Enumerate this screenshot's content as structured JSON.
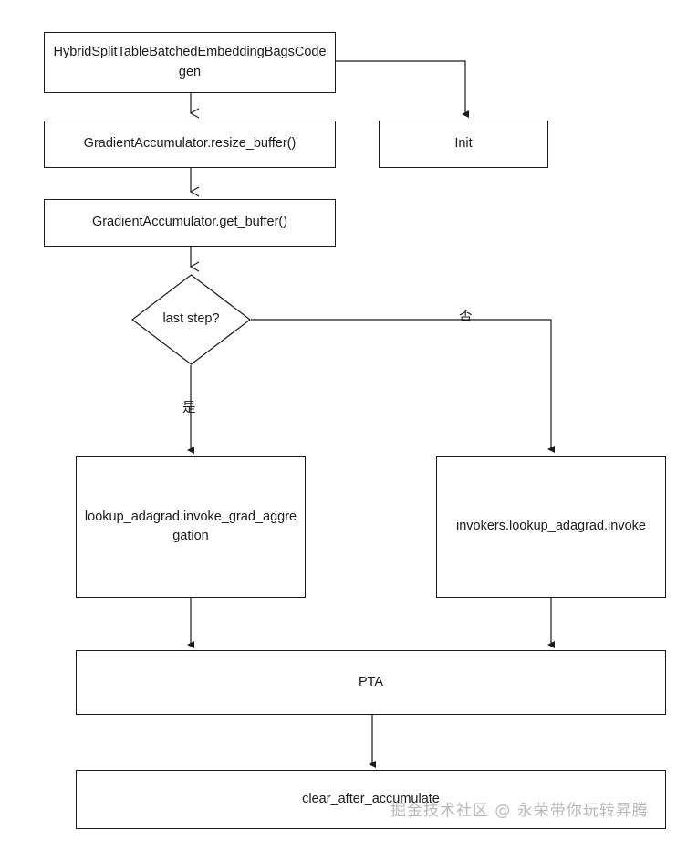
{
  "diagram": {
    "type": "flowchart",
    "background_color": "#ffffff",
    "line_color": "#1a1a1a",
    "text_color": "#1a1a1a",
    "nodes": [
      {
        "id": "codegen",
        "shape": "rect",
        "label": "HybridSplitTableBatchedEmbeddingBagsCodegen"
      },
      {
        "id": "init",
        "shape": "rect",
        "label": "Init"
      },
      {
        "id": "resize",
        "shape": "rect",
        "label": "GradientAccumulator.resize_buffer()"
      },
      {
        "id": "get",
        "shape": "rect",
        "label": "GradientAccumulator.get_buffer()"
      },
      {
        "id": "decision",
        "shape": "diamond",
        "label": "last step?"
      },
      {
        "id": "aggregate",
        "shape": "rect",
        "label": "lookup_adagrad.invoke_grad_aggregation"
      },
      {
        "id": "invoke",
        "shape": "rect",
        "label": "invokers.lookup_adagrad.invoke"
      },
      {
        "id": "pta",
        "shape": "rect",
        "label": "PTA"
      },
      {
        "id": "clear",
        "shape": "rect",
        "label": "clear_after_accumulate"
      }
    ],
    "edge_labels": {
      "yes": "是",
      "no": "否"
    },
    "edges": [
      {
        "from": "codegen",
        "to": "init",
        "label": ""
      },
      {
        "from": "codegen",
        "to": "resize",
        "label": ""
      },
      {
        "from": "resize",
        "to": "get",
        "label": ""
      },
      {
        "from": "get",
        "to": "decision",
        "label": ""
      },
      {
        "from": "decision",
        "to": "aggregate",
        "label": "是"
      },
      {
        "from": "decision",
        "to": "invoke",
        "label": "否"
      },
      {
        "from": "aggregate",
        "to": "pta",
        "label": ""
      },
      {
        "from": "invoke",
        "to": "pta",
        "label": ""
      },
      {
        "from": "pta",
        "to": "clear",
        "label": ""
      }
    ]
  },
  "watermark": {
    "text": "掘金技术社区 @ 永荣带你玩转昇腾",
    "color": "#b9b9b9"
  }
}
